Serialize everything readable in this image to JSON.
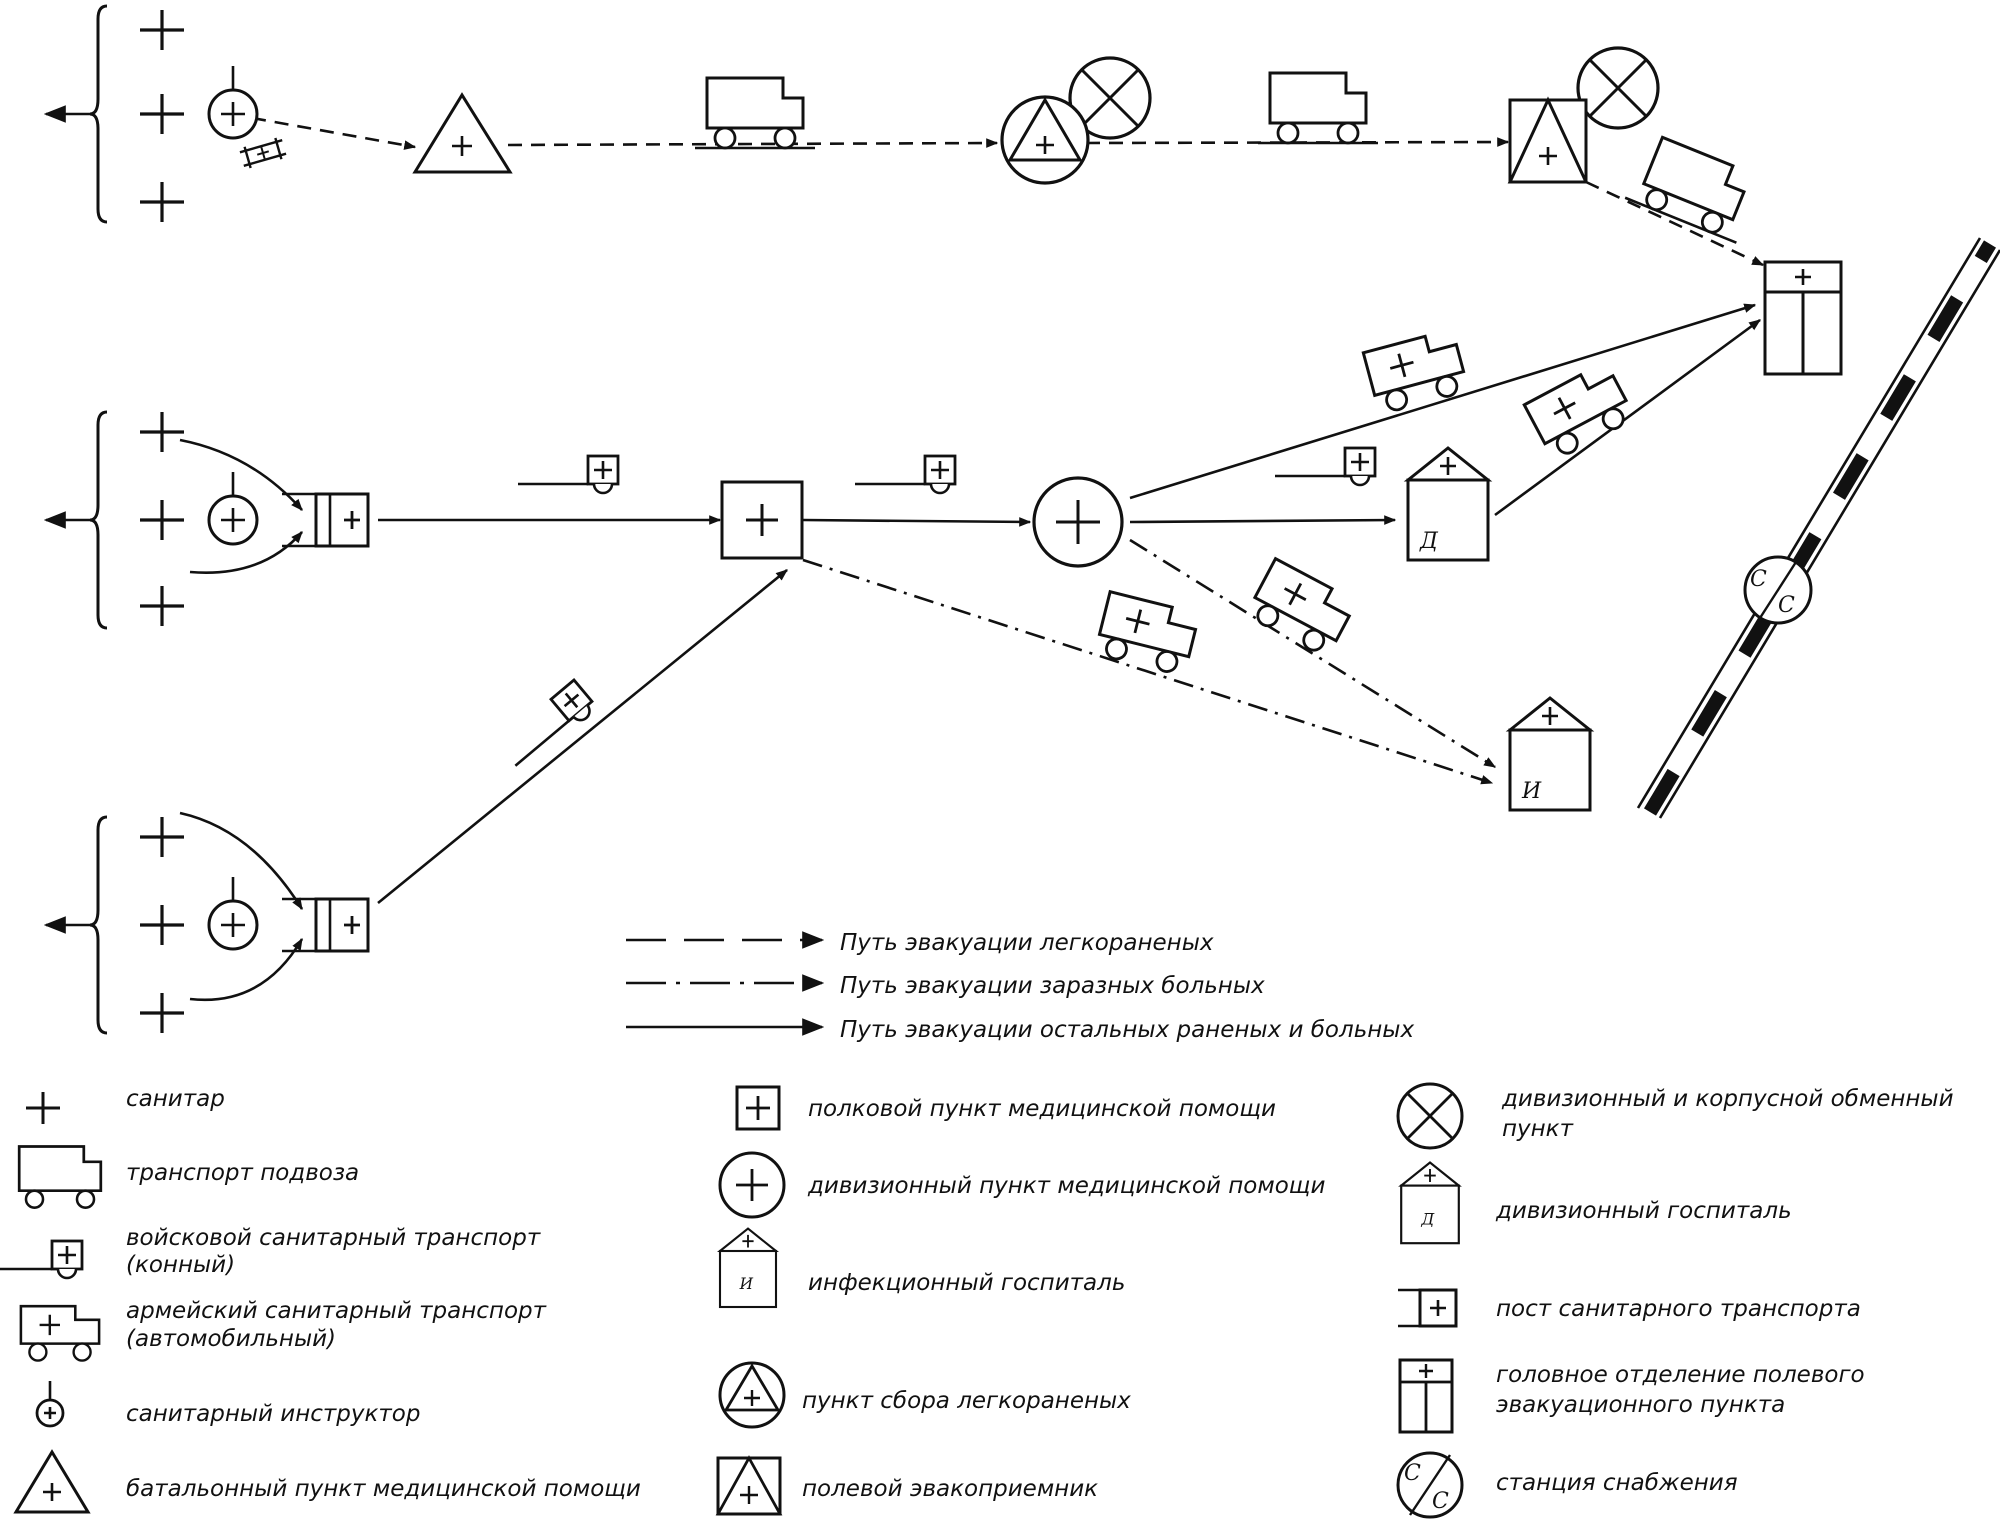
{
  "diagram": {
    "letters": {
      "d": "Д",
      "i": "И",
      "c": "С"
    },
    "route_legend": [
      {
        "style": "dashed",
        "label": "Путь эвакуации легкораненых"
      },
      {
        "style": "dashdot",
        "label": "Путь эвакуации заразных больных"
      },
      {
        "style": "solid",
        "label": "Путь эвакуации остальных раненых и больных"
      }
    ]
  },
  "legend": {
    "col1": [
      {
        "icon": "sanitar",
        "label": "санитар"
      },
      {
        "icon": "supply-truck",
        "label": "транспорт подвоза"
      },
      {
        "icon": "horse-medical-transport",
        "label": "войсковой санитарный транспорт",
        "label2": "(конный)"
      },
      {
        "icon": "army-ambulance",
        "label": "армейский санитарный транспорт",
        "label2": "(автомобильный)"
      },
      {
        "icon": "medical-instructor",
        "label": "санитарный инструктор"
      },
      {
        "icon": "battalion-aid-post",
        "label": "батальонный пункт медицинской помощи"
      }
    ],
    "col2": [
      {
        "icon": "regimental-aid-post",
        "label": "полковой пункт медицинской помощи"
      },
      {
        "icon": "divisional-aid-post",
        "label": "дивизионный пункт медицинской помощи"
      },
      {
        "icon": "infectious-hospital",
        "label": "инфекционный госпиталь"
      },
      {
        "icon": "walking-wounded-collection",
        "label": "пункт сбора легкораненых"
      },
      {
        "icon": "field-evacuation-receiver",
        "label": "полевой эвакоприемник"
      }
    ],
    "col3": [
      {
        "icon": "exchange-point",
        "label": "дивизионный и корпусной обменный",
        "label2": "пункт"
      },
      {
        "icon": "divisional-hospital",
        "label": "дивизионный госпиталь"
      },
      {
        "icon": "medical-transport-post",
        "label": "пост санитарного транспорта"
      },
      {
        "icon": "field-evacuation-head",
        "label": "головное отделение полевого",
        "label2": "эвакуационного пункта"
      },
      {
        "icon": "supply-station",
        "label": "станция снабжения"
      }
    ]
  }
}
